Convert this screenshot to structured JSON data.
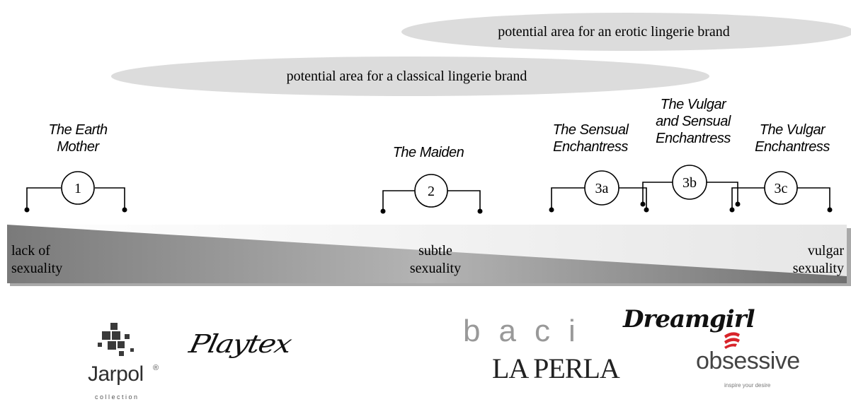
{
  "zones": {
    "erotic": "potential area for an erotic lingerie brand",
    "classical": "potential area for a classical lingerie brand"
  },
  "archetypes": [
    {
      "line1": "The Earth",
      "line2": "Mother",
      "marker": "1"
    },
    {
      "line1": "The Maiden",
      "line2": "",
      "marker": "2"
    },
    {
      "line1": "The Sensual",
      "line2": "Enchantress",
      "marker": "3a"
    },
    {
      "line1": "The Vulgar",
      "line2": "and Sensual",
      "line3": "Enchantress",
      "marker": "3b"
    },
    {
      "line1": "The Vulgar",
      "line2": "Enchantress",
      "marker": "3c"
    }
  ],
  "scale": {
    "left_line1": "lack of",
    "left_line2": "sexuality",
    "mid_line1": "subtle",
    "mid_line2": "sexuality",
    "right_line1": "vulgar",
    "right_line2": "sexuality"
  },
  "brands": {
    "jarpol": {
      "name": "Jarpol",
      "sub": "collection"
    },
    "playtex": {
      "name": "Playtex"
    },
    "baci": {
      "name": "baci"
    },
    "laperla": {
      "name": "LA PERLA"
    },
    "dreamgirl": {
      "name": "Dreamgirl"
    },
    "obsessive": {
      "name": "obsessive",
      "tagline": "inspire your desire"
    }
  },
  "colors": {
    "zone_fill": "#dcdcdc",
    "scale_dark": "#7a7a7a",
    "scale_light": "#f2f2f2",
    "obsessive_red": "#d8232a"
  }
}
